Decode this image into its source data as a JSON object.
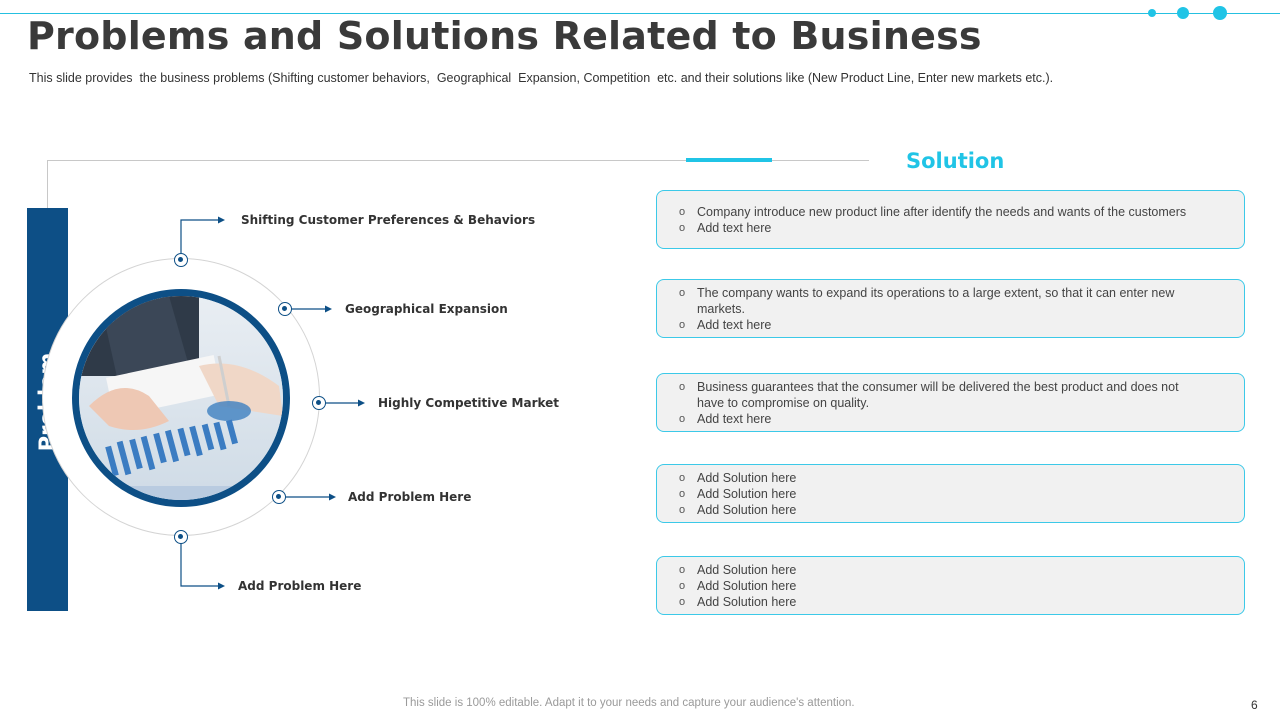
{
  "slide": {
    "title": "Problems and Solutions Related to Business",
    "subtitle": "This slide provides  the business problems (Shifting customer behaviors,  Geographical  Expansion, Competition  etc. and their solutions like (New Product Line, Enter new markets etc.).",
    "footer": "This slide is 100% editable. Adapt it to your needs and capture your audience's attention.",
    "page_number": "6"
  },
  "problem_panel": {
    "label": "Problem",
    "items": [
      "Shifting Customer Preferences & Behaviors",
      "Geographical Expansion",
      "Highly Competitive Market",
      "Add Problem Here",
      "Add Problem Here"
    ]
  },
  "solution_panel": {
    "heading": "Solution",
    "boxes": [
      {
        "items": [
          "Company introduce  new product line after identify the needs and wants of the customers",
          "Add text here"
        ]
      },
      {
        "items": [
          "The company wants to expand its operations to a large extent, so that it can enter new markets.",
          "Add text here"
        ]
      },
      {
        "items": [
          "Business guarantees  that the consumer will be delivered  the best product and does not have to compromise on quality.",
          "Add text here"
        ]
      },
      {
        "items": [
          "Add Solution here",
          "Add Solution here",
          "Add Solution here"
        ]
      },
      {
        "items": [
          "Add Solution here",
          "Add Solution here",
          "Add Solution here"
        ]
      }
    ]
  },
  "colors": {
    "accent_cyan": "#20c4e6",
    "navy": "#0d4f86",
    "box_fill": "#f1f1f1"
  }
}
